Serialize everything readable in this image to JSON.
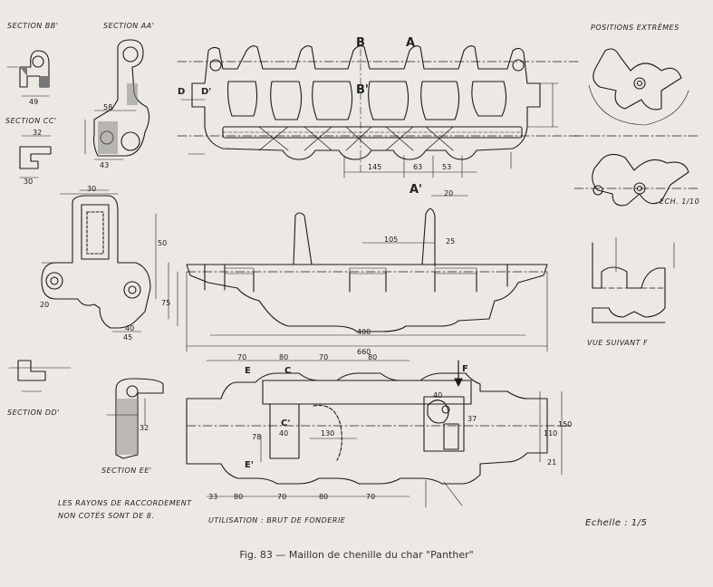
{
  "labels": {
    "section_bb": "SECTION BB'",
    "section_aa": "SECTION AA'",
    "section_cc": "SECTION CC'",
    "section_dd": "SECTION DD'",
    "section_ee": "SECTION EE'",
    "positions": "POSITIONS EXTRÊMES",
    "vue_suivant": "VUE SUIVANT F",
    "ech": "ECH. 1/10",
    "rayons_line1": "LES RAYONS DE RACCORDEMENT",
    "rayons_line2": "NON COTÉS SONT DE 8.",
    "utilisation": "UTILISATION : BRUT DE FONDERIE",
    "echelle": "Echelle : 1/5"
  },
  "letters": {
    "B": "B",
    "A": "A",
    "B_prime": "B'",
    "D": "D",
    "D_prime": "D'",
    "A_prime": "A'",
    "C": "C",
    "C_prime": "C'",
    "E": "E",
    "E_prime": "E'",
    "F": "F"
  },
  "dims": {
    "d145": "145",
    "d63": "63",
    "d53": "53",
    "d20a": "20",
    "d105": "105",
    "d25": "25",
    "d400": "400",
    "d660": "660",
    "d75": "75",
    "d70a": "70",
    "d80a": "80",
    "d70b": "70",
    "d80b": "80",
    "d33": "33",
    "d80c": "80",
    "d70c": "70",
    "d80d": "80",
    "d70d": "70",
    "d130": "130",
    "d40a": "40",
    "d78": "78",
    "d110": "110",
    "d150": "150",
    "d49": "49",
    "d58": "58",
    "d43": "43",
    "d32": "32",
    "d30a": "30",
    "d30b": "30",
    "d40b": "40",
    "d45": "45",
    "d20b": "20",
    "d50": "50",
    "d32b": "32",
    "d21": "21",
    "d40c": "40",
    "d37": "37"
  },
  "caption": "Fig. 83 — Maillon de chenille du char \"Panther\""
}
